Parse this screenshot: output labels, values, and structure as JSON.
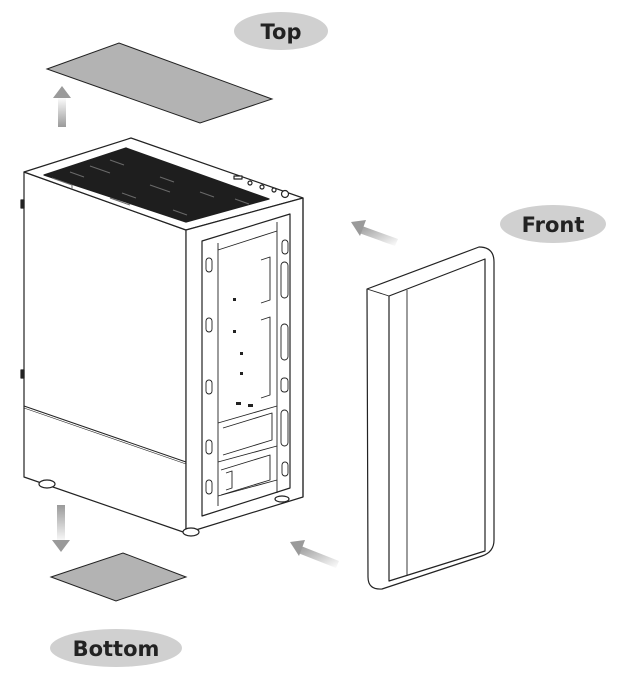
{
  "labels": {
    "top": "Top",
    "front": "Front",
    "bottom": "Bottom"
  },
  "colors": {
    "label_bubble": "#d0d0d0",
    "filter_fill": "#b3b3b3",
    "line": "#222222",
    "arrow": "#a6a6a6",
    "top_mesh": "#1e1e1e"
  }
}
